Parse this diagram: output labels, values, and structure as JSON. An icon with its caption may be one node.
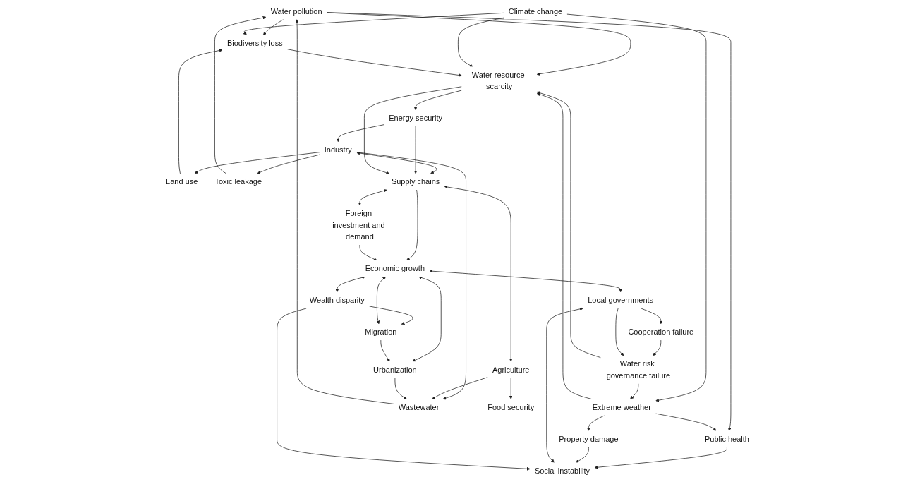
{
  "diagram": {
    "nodes": [
      {
        "text": [
          "Water pollution"
        ]
      },
      {
        "text": [
          "Climate change"
        ]
      },
      {
        "text": [
          "Public health"
        ]
      },
      {
        "text": [
          "Biodiversity loss"
        ]
      },
      {
        "text": [
          "Property damage"
        ]
      },
      {
        "text": [
          "Extreme weather"
        ]
      },
      {
        "text": [
          "Cooperation failure"
        ]
      },
      {
        "text": [
          "Land use"
        ]
      },
      {
        "text": [
          "Water resource scarcity"
        ]
      },
      {
        "text": [
          "Toxic leakage"
        ]
      },
      {
        "text": [
          "Water risk governance failure"
        ]
      },
      {
        "text": [
          "Energy security"
        ]
      },
      {
        "text": [
          "Social instability"
        ]
      },
      {
        "text": [
          "Industry"
        ]
      },
      {
        "text": [
          "Supply chains"
        ]
      },
      {
        "text": [
          "Local governments"
        ]
      },
      {
        "text": [
          "Agriculture"
        ]
      },
      {
        "text": [
          "Economic growth"
        ]
      },
      {
        "text": [
          "Wealth disparity"
        ]
      },
      {
        "text": [
          "Wastewater"
        ]
      },
      {
        "text": [
          "Foreign investment and demand"
        ]
      },
      {
        "text": [
          "Food security"
        ]
      },
      {
        "text": [
          "Migration"
        ]
      },
      {
        "text": [
          "Urbanization"
        ]
      }
    ],
    "edges": [
      {
        "from": 0,
        "to": 2,
        "arrow": "to"
      },
      {
        "from": 0,
        "to": 3,
        "arrow": "to"
      },
      {
        "from": 0,
        "to": 8,
        "arrow": "to"
      },
      {
        "from": 8,
        "to": 11,
        "arrow": "to"
      },
      {
        "from": 1,
        "to": 3,
        "arrow": "to"
      },
      {
        "from": 1,
        "to": 5,
        "arrow": "to"
      },
      {
        "from": 1,
        "to": 8,
        "arrow": "to"
      },
      {
        "from": 3,
        "to": 8,
        "arrow": "to"
      },
      {
        "from": 5,
        "to": 8,
        "arrow": "to"
      },
      {
        "from": 5,
        "to": 2,
        "arrow": "to"
      },
      {
        "from": 5,
        "to": 4,
        "arrow": "to"
      },
      {
        "from": 10,
        "to": 5,
        "arrow": "to"
      },
      {
        "from": 6,
        "to": 10,
        "arrow": "to"
      },
      {
        "from": 15,
        "to": 10,
        "arrow": "to"
      },
      {
        "from": 15,
        "to": 6,
        "arrow": "to"
      },
      {
        "from": 10,
        "to": 8,
        "arrow": "to"
      },
      {
        "from": 2,
        "to": 12,
        "arrow": "to"
      },
      {
        "from": 4,
        "to": 12,
        "arrow": "to"
      },
      {
        "from": 15,
        "to": 12,
        "arrow": "both"
      },
      {
        "from": 7,
        "to": 3,
        "arrow": "to"
      },
      {
        "from": 13,
        "to": 7,
        "arrow": "to"
      },
      {
        "from": 11,
        "to": 13,
        "arrow": "to"
      },
      {
        "from": 13,
        "to": 9,
        "arrow": "to"
      },
      {
        "from": 9,
        "to": 0,
        "arrow": "to"
      },
      {
        "from": 19,
        "to": 0,
        "arrow": "to"
      },
      {
        "from": 13,
        "to": 14,
        "arrow": "both"
      },
      {
        "from": 11,
        "to": 14,
        "arrow": "to"
      },
      {
        "from": 8,
        "to": 14,
        "arrow": "to"
      },
      {
        "from": 14,
        "to": 17,
        "arrow": "to"
      },
      {
        "from": 14,
        "to": 16,
        "arrow": "both"
      },
      {
        "from": 14,
        "to": 20,
        "arrow": "both"
      },
      {
        "from": 13,
        "to": 19,
        "arrow": "to"
      },
      {
        "from": 16,
        "to": 19,
        "arrow": "to"
      },
      {
        "from": 16,
        "to": 21,
        "arrow": "to"
      },
      {
        "from": 20,
        "to": 17,
        "arrow": "to"
      },
      {
        "from": 17,
        "to": 15,
        "arrow": "both"
      },
      {
        "from": 17,
        "to": 18,
        "arrow": "both"
      },
      {
        "from": 18,
        "to": 12,
        "arrow": "to"
      },
      {
        "from": 18,
        "to": 22,
        "arrow": "to"
      },
      {
        "from": 17,
        "to": 22,
        "arrow": "both"
      },
      {
        "from": 17,
        "to": 23,
        "arrow": "both"
      },
      {
        "from": 22,
        "to": 23,
        "arrow": "to"
      },
      {
        "from": 23,
        "to": 19,
        "arrow": "to"
      }
    ]
  }
}
